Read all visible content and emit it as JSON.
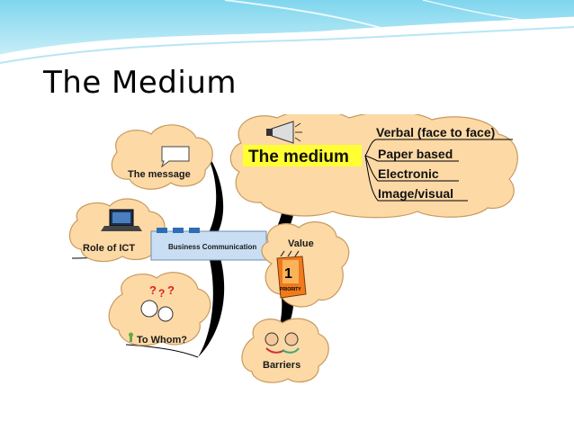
{
  "slide": {
    "title": "The Medium"
  },
  "center": {
    "label": "Business Communication"
  },
  "nodes": {
    "message": "The message",
    "ict": "Role of ICT",
    "whom": "To Whom?",
    "medium": "The medium",
    "value": "Value",
    "barriers": "Barriers"
  },
  "medium_items": [
    "Verbal (face to face)",
    "Paper based",
    "Electronic",
    "Image/visual"
  ],
  "colors": {
    "cloud": "#fdd9a6",
    "cloud_border": "#c89a5e",
    "center_box": "#c9def2",
    "highlight": "#ffff33",
    "banner": "#7fd6ee"
  }
}
